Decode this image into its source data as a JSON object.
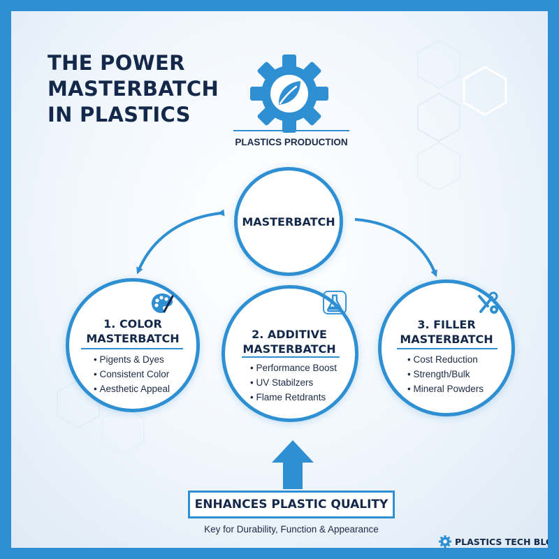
{
  "title_lines": [
    "THE POWER",
    "MASTERBATCH",
    "IN PLASTICS"
  ],
  "production_label": "PLASTICS PRODUCTION",
  "center_label": "MASTERBATCH",
  "nodes": [
    {
      "title_lines": [
        "1. COLOR",
        "MASTERBATCH"
      ],
      "icon": "palette-icon",
      "items": [
        "Pigents & Dyes",
        "Consistent Color",
        "Aesthetic Appeal"
      ]
    },
    {
      "title_lines": [
        "2. ADDITIVE",
        "MASTERBATCH"
      ],
      "icon": "flask-icon",
      "items": [
        "Performance Boost",
        "UV Stabilzers",
        "Flame Retdrants"
      ]
    },
    {
      "title_lines": [
        "3. FILLER",
        "MASTERBATCH"
      ],
      "icon": "tools-gear-icon",
      "items": [
        "Cost Reduction",
        "Strength/Bulk",
        "Mineral Powders"
      ]
    }
  ],
  "quality_title": "ENHANCES PLASTIC QUALITY",
  "quality_subtitle": "Key for Durability, Function & Appearance",
  "blog_name": "PLASTICS TECH BLOG",
  "colors": {
    "accent": "#2f8fd3",
    "text_dark": "#14294a",
    "background": "#f3f8fd"
  }
}
